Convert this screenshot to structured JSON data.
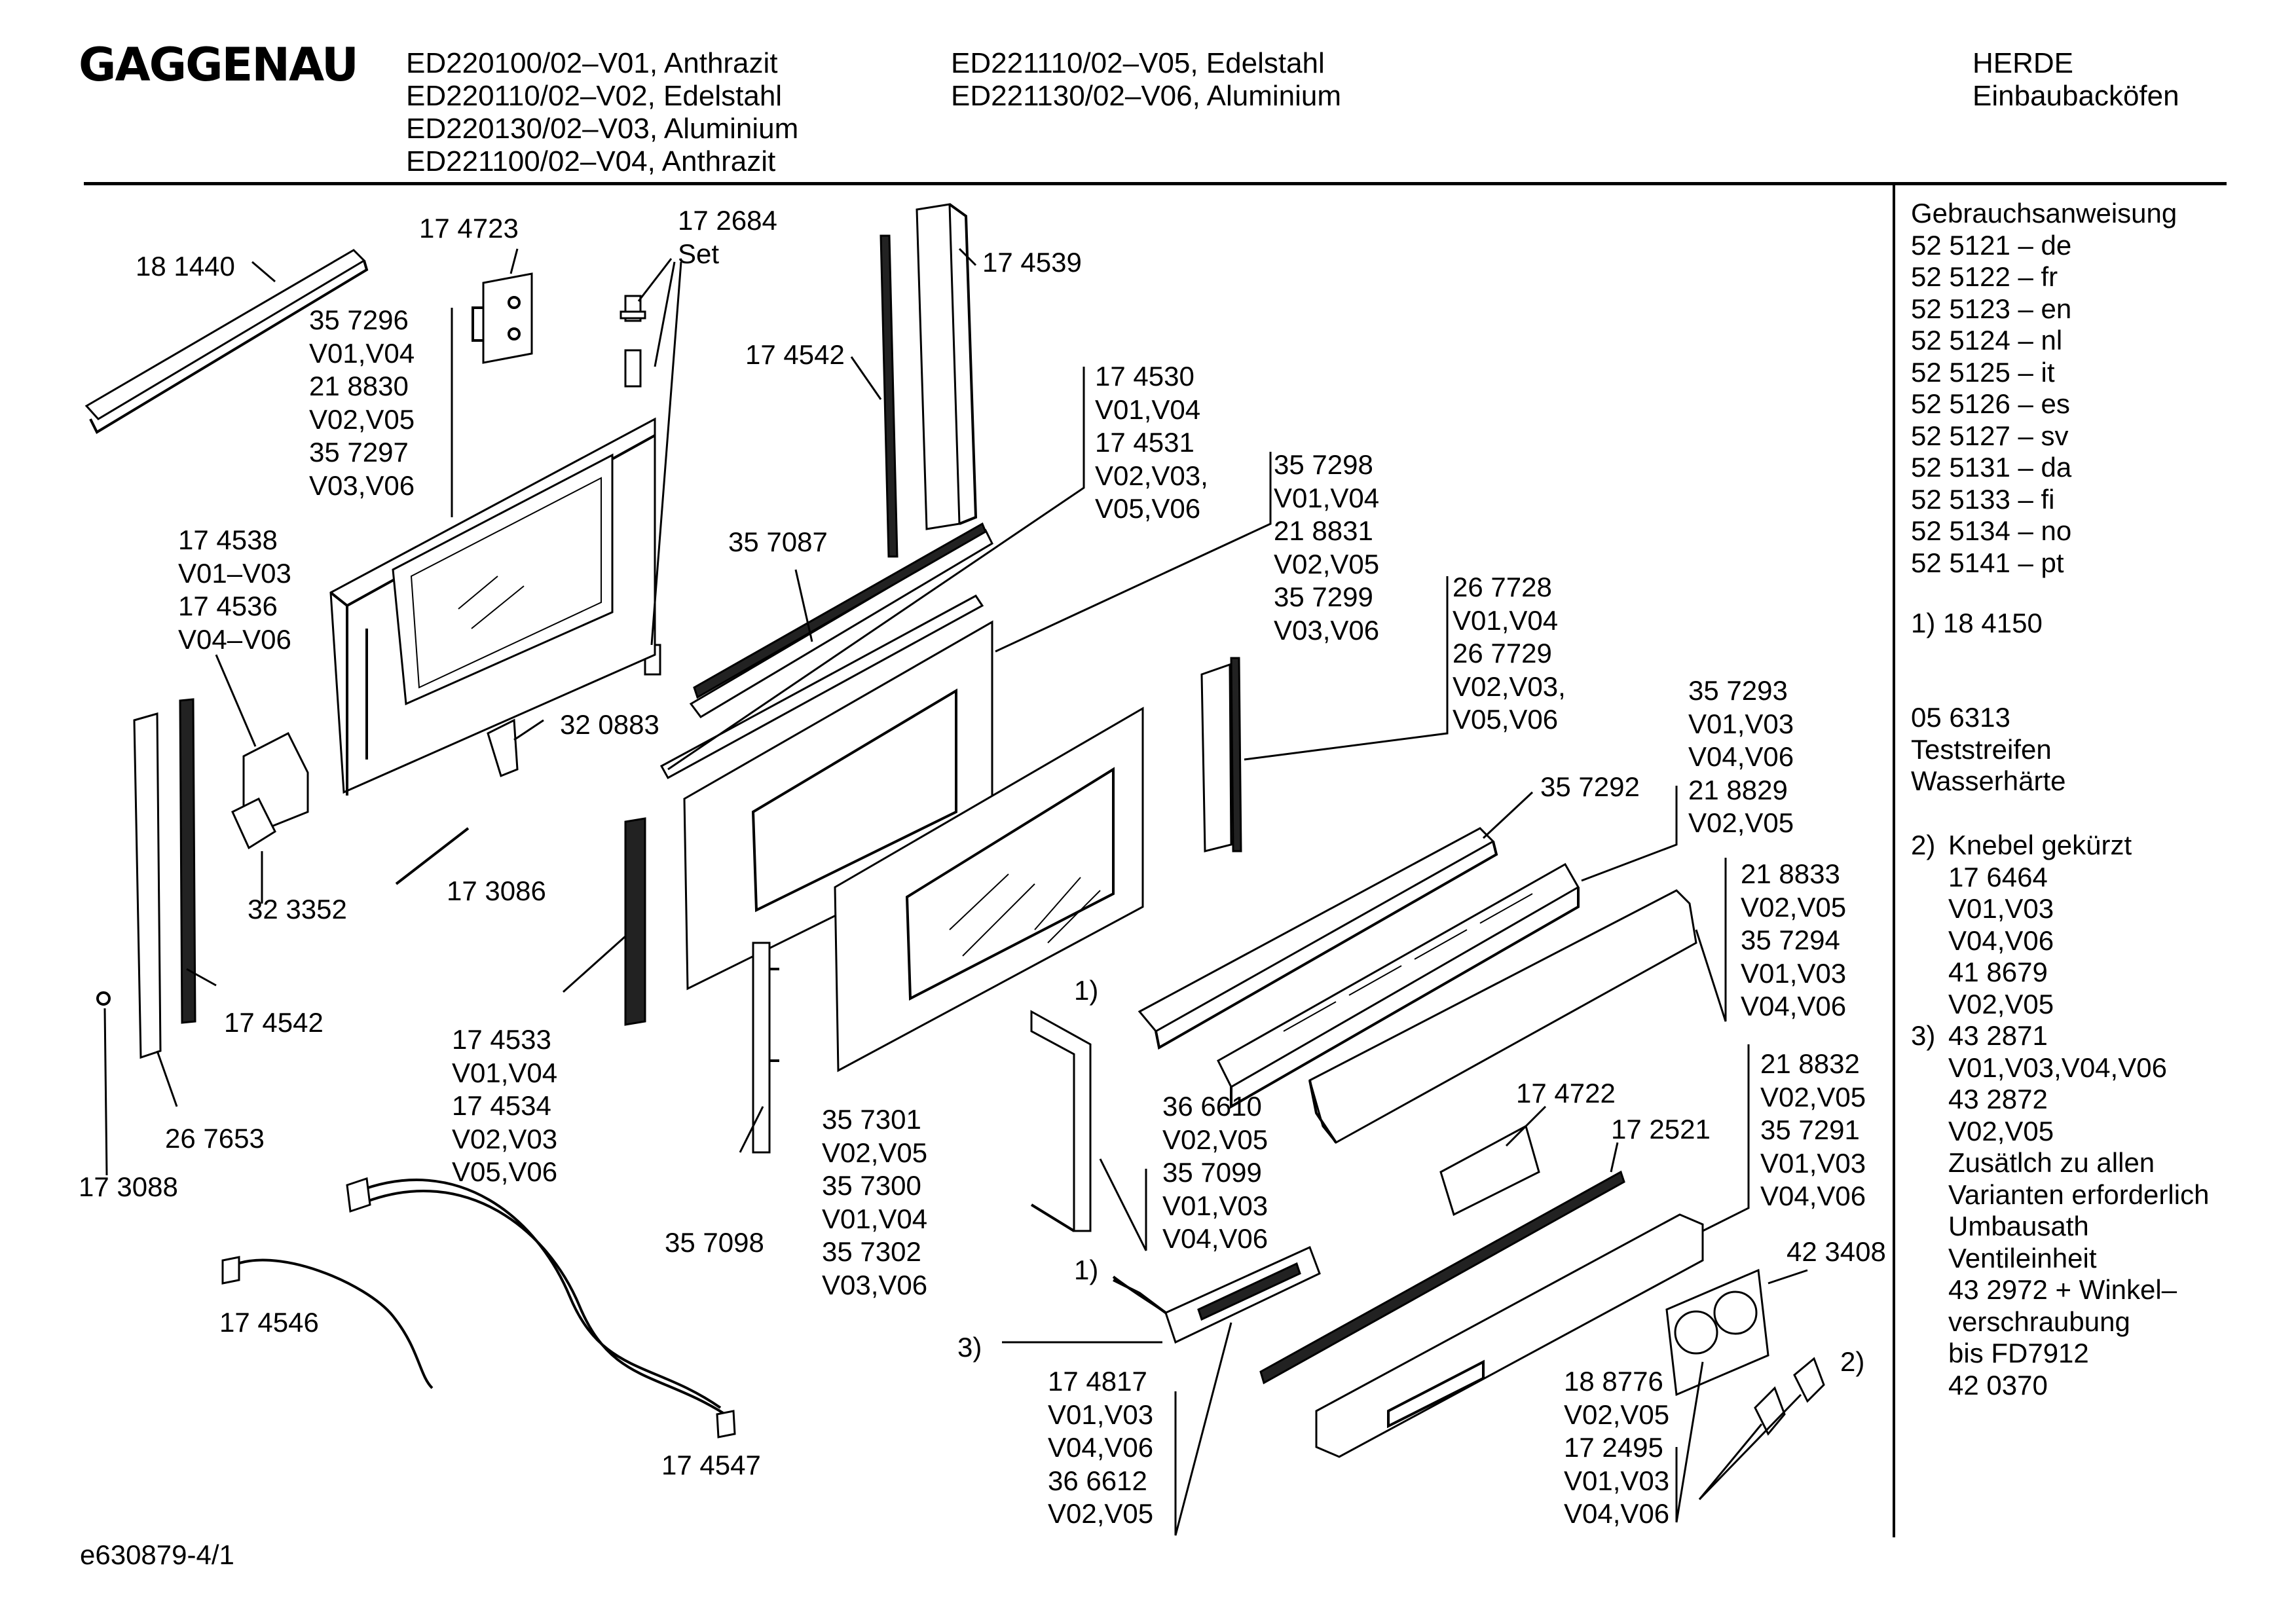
{
  "header": {
    "brand": "GAGGENAU",
    "models_col1": [
      "ED220100/02–V01, Anthrazit",
      "ED220110/02–V02, Edelstahl",
      "ED220130/02–V03, Aluminium",
      "ED221100/02–V04, Anthrazit"
    ],
    "models_col2": [
      "ED221110/02–V05, Edelstahl",
      "ED221130/02–V06, Aluminium"
    ],
    "category": [
      "HERDE",
      "Einbaubacköfen"
    ]
  },
  "labels": {
    "l181440": [
      "18 1440"
    ],
    "l174723": [
      "17 4723"
    ],
    "l172684": [
      "17 2684",
      "Set"
    ],
    "l174539": [
      "17 4539"
    ],
    "l357296": [
      "35 7296",
      "V01,V04",
      "21 8830",
      "V02,V05",
      "35 7297",
      "V03,V06"
    ],
    "l174542a": [
      "17 4542"
    ],
    "l174530": [
      "17 4530",
      "V01,V04",
      "17 4531",
      "V02,V03,",
      "V05,V06"
    ],
    "l357298": [
      "35 7298",
      "V01,V04",
      "21 8831",
      "V02,V05",
      "35 7299",
      "V03,V06"
    ],
    "l357087": [
      "35 7087"
    ],
    "l174538": [
      "17 4538",
      "V01–V03",
      "17 4536",
      "V04–V06"
    ],
    "l267728": [
      "26 7728",
      "V01,V04",
      "26 7729",
      "V02,V03,",
      "V05,V06"
    ],
    "l320883": [
      "32 0883"
    ],
    "l357293": [
      "35 7293",
      "V01,V03",
      "V04,V06",
      "21 8829",
      "V02,V05"
    ],
    "l357292": [
      "35 7292"
    ],
    "l323352": [
      "32 3352"
    ],
    "l173086": [
      "17 3086"
    ],
    "l218833": [
      "21 8833",
      "V02,V05",
      "35 7294",
      "V01,V03",
      "V04,V06"
    ],
    "l174542b": [
      "17 4542"
    ],
    "l174533": [
      "17 4533",
      "V01,V04",
      "17 4534",
      "V02,V03",
      "V05,V06"
    ],
    "l1a": [
      "1)"
    ],
    "l218832": [
      "21 8832",
      "V02,V05",
      "35 7291",
      "V01,V03",
      "V04,V06"
    ],
    "l267653": [
      "26 7653"
    ],
    "l366610": [
      "36 6610",
      "V02,V05",
      "35 7099",
      "V01,V03",
      "V04,V06"
    ],
    "l174722": [
      "17 4722"
    ],
    "l172521": [
      "17 2521"
    ],
    "l173088": [
      "17 3088"
    ],
    "l357301": [
      "35 7301",
      "V02,V05",
      "35 7300",
      "V01,V04",
      "35 7302",
      "V03,V06"
    ],
    "l357098": [
      "35 7098"
    ],
    "l423408": [
      "42 3408"
    ],
    "l1b": [
      "1)"
    ],
    "l174546": [
      "17 4546"
    ],
    "l3": [
      "3)"
    ],
    "l174817": [
      "17 4817",
      "V01,V03",
      "V04,V06",
      "36 6612",
      "V02,V05"
    ],
    "l188776": [
      "18 8776",
      "V02,V05",
      "17 2495",
      "V01,V03",
      "V04,V06"
    ],
    "l2": [
      "2)"
    ],
    "l174547": [
      "17 4547"
    ]
  },
  "sidebar": {
    "manual_title": "Gebrauchsanweisung",
    "manuals": [
      "52 5121 – de",
      "52 5122 – fr",
      "52 5123 – en",
      "52 5124 – nl",
      "52 5125 – it",
      "52 5126 – es",
      "52 5127 – sv",
      "52 5131 – da",
      "52 5133 – fi",
      "52 5134 – no",
      "52 5141 – pt"
    ],
    "note1": "1) 18 4150",
    "test_strip": [
      "05 6313",
      "Teststreifen",
      "Wasserhärte"
    ],
    "note2_head": "2)",
    "note2_body": [
      "Knebel gekürzt",
      "17 6464",
      "V01,V03",
      "V04,V06",
      "41 8679",
      "V02,V05"
    ],
    "note3_head": "3)",
    "note3_body": [
      "43 2871",
      "V01,V03,V04,V06",
      "43 2872",
      "V02,V05",
      "Zusätlch zu allen",
      "Varianten erforderlich",
      "Umbausath",
      "Ventileinheit",
      "43 2972 + Winkel–",
      "verschraubung",
      "bis FD7912",
      "42 0370"
    ]
  },
  "footer": {
    "drawing_id": "e630879-4/1"
  }
}
